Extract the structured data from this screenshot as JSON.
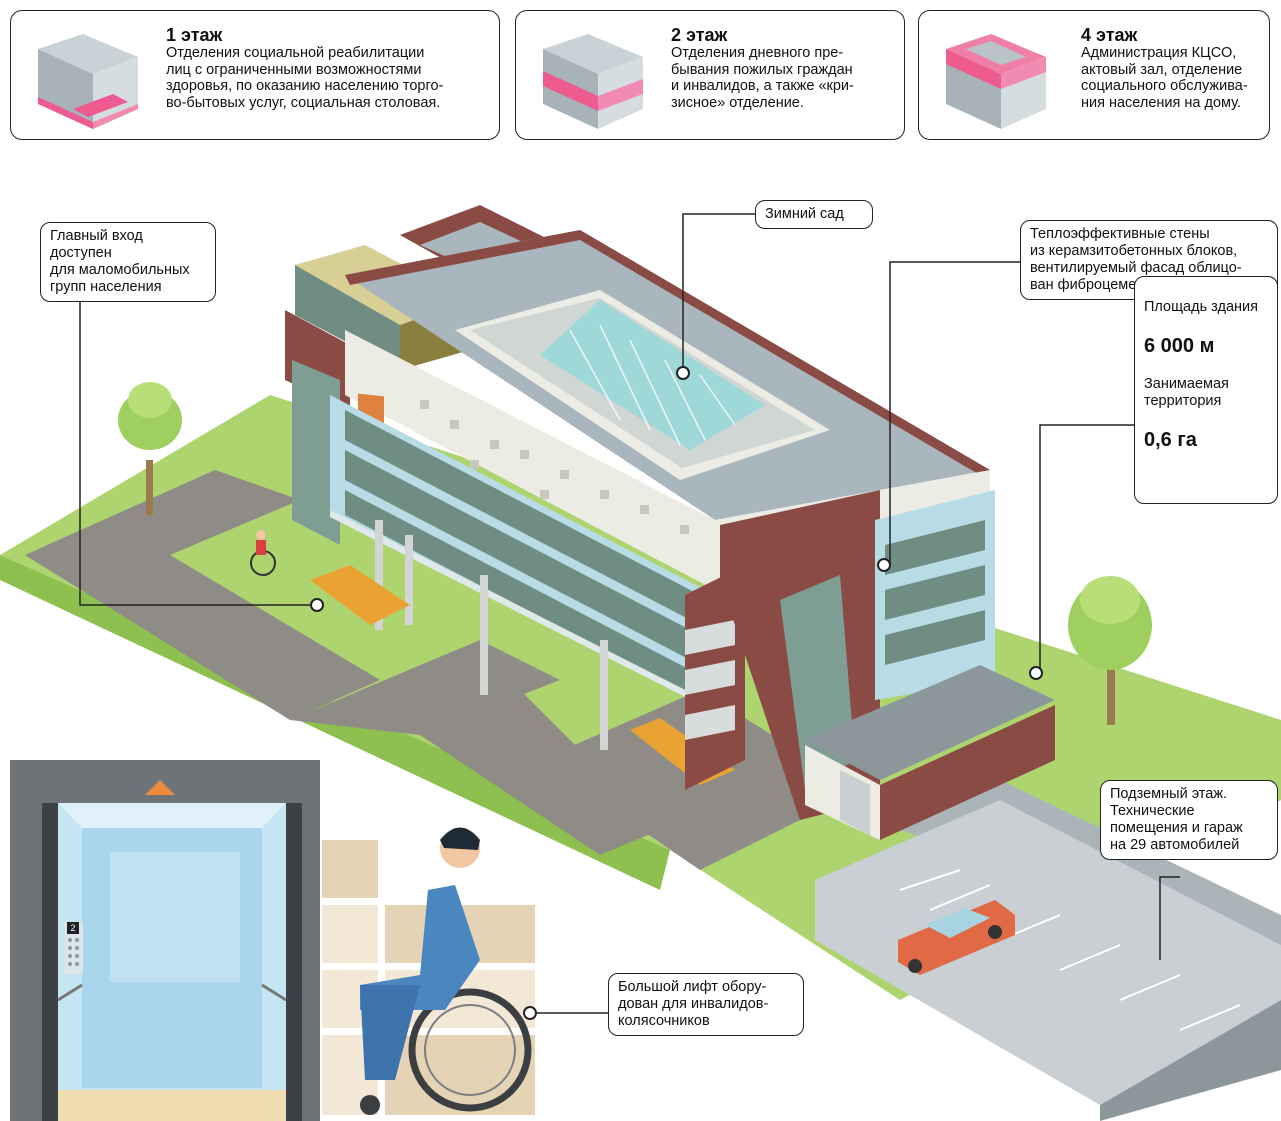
{
  "floors": [
    {
      "title": "1 этаж",
      "text": "Отделения социальной реабилитации\nлиц с ограниченными возможностями\nздоровья, по оказанию населению торго-\nво-бытовых услуг, социальная столовая.",
      "highlight": "ground"
    },
    {
      "title": "2 этаж",
      "text": "Отделения дневного пре-\nбывания пожилых граждан\nи инвалидов, а также «кри-\nзисное» отделение.",
      "highlight": "middle"
    },
    {
      "title": "4 этаж",
      "text": "Администрация КЦСО,\nактовый зал, отделение\nсоциального обслужива-\nния населения на дому.",
      "highlight": "top"
    }
  ],
  "callouts": {
    "entrance": "Главный вход доступен\nдля маломобильных\nгрупп населения",
    "winter_garden": "Зимний сад",
    "walls": "Теплоэффективные стены\nиз керамзитобетонных блоков,\nвентилируемый фасад облицо-\nван фиброцементными плитами",
    "underground": "Подземный этаж.\nТехнические\nпомещения и гараж\nна 29 автомобилей",
    "elevator": "Большой лифт обору-\nдован для инвалидов-\nколясочников"
  },
  "area": {
    "building_label": "Площадь здания",
    "building_value": "6 000 м",
    "territory_label": "Занимаемая\nтерритория",
    "territory_value": "0,6 га"
  },
  "elevator_panel": {
    "floor_indicator": "2"
  },
  "colors": {
    "accent_pink": "#ee5b8e",
    "grass": "#a9d36b",
    "road": "#8e8a86",
    "brick": "#8a4b45",
    "roof": "#a9b6bd",
    "glass": "#a7d4e4",
    "facade": "#ecebe4"
  }
}
